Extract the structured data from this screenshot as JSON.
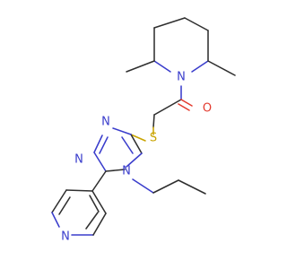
{
  "molecule": {
    "atoms": {
      "n_piperidine": "N",
      "o_carbonyl": "O",
      "s_thioether": "S",
      "n_triazole_1": "N",
      "n_triazole_2": "N",
      "n_triazole_4": "N",
      "n_pyridine": "N"
    },
    "colors": {
      "carbon_bond": "#2f2f2f",
      "nitrogen": "#3a3dcc",
      "oxygen": "#e33b2f",
      "sulfur": "#c9a400",
      "background": "#ffffff"
    }
  }
}
